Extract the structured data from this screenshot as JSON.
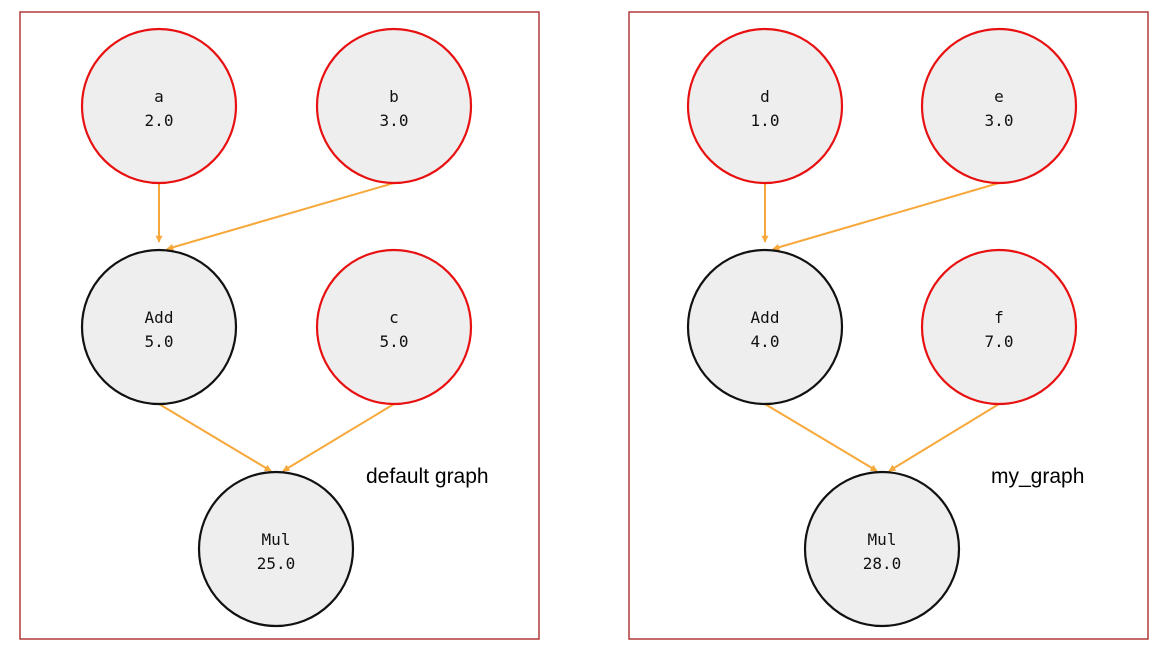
{
  "graphs": [
    {
      "label": "default graph",
      "nodes": [
        {
          "name": "a",
          "value": "2.0",
          "kind": "input"
        },
        {
          "name": "b",
          "value": "3.0",
          "kind": "input"
        },
        {
          "name": "Add",
          "value": "5.0",
          "kind": "op"
        },
        {
          "name": "c",
          "value": "5.0",
          "kind": "input"
        },
        {
          "name": "Mul",
          "value": "25.0",
          "kind": "op"
        }
      ],
      "edges": [
        {
          "from": "a",
          "to": "Add"
        },
        {
          "from": "b",
          "to": "Add"
        },
        {
          "from": "Add",
          "to": "Mul"
        },
        {
          "from": "c",
          "to": "Mul"
        }
      ]
    },
    {
      "label": "my_graph",
      "nodes": [
        {
          "name": "d",
          "value": "1.0",
          "kind": "input"
        },
        {
          "name": "e",
          "value": "3.0",
          "kind": "input"
        },
        {
          "name": "Add",
          "value": "4.0",
          "kind": "op"
        },
        {
          "name": "f",
          "value": "7.0",
          "kind": "input"
        },
        {
          "name": "Mul",
          "value": "28.0",
          "kind": "op"
        }
      ],
      "edges": [
        {
          "from": "d",
          "to": "Add"
        },
        {
          "from": "e",
          "to": "Add"
        },
        {
          "from": "Add",
          "to": "Mul"
        },
        {
          "from": "f",
          "to": "Mul"
        }
      ]
    }
  ],
  "colors": {
    "input_border": "#e81010",
    "op_border": "#111111",
    "node_fill": "#eeeeee",
    "edge": "#f7a83a",
    "frame_border": "#b03a3a"
  }
}
